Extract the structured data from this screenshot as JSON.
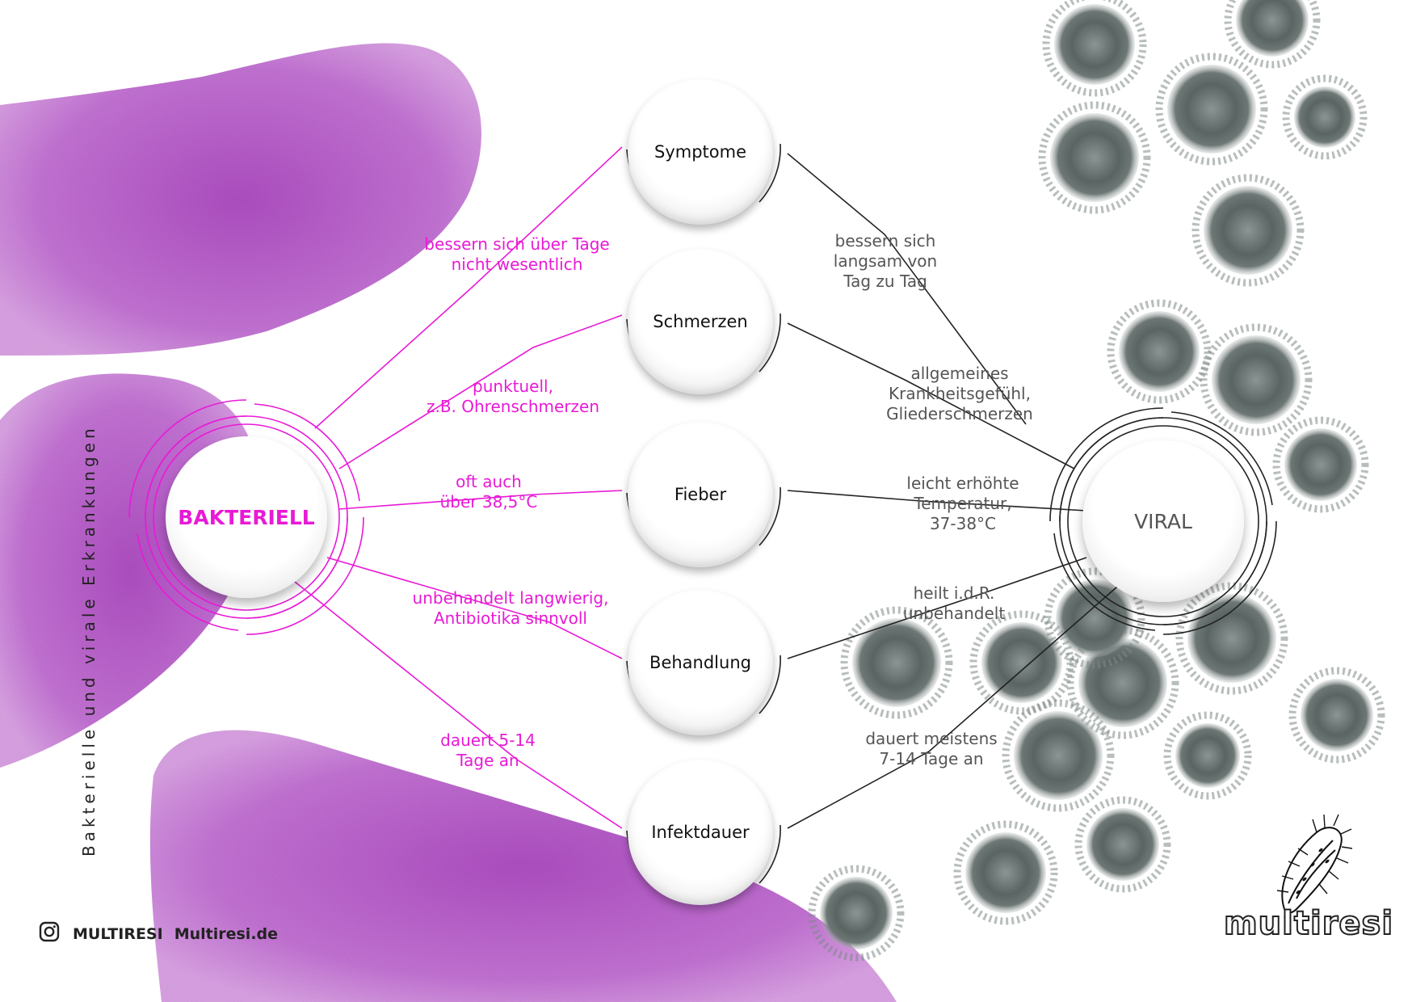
{
  "side_title": "Bakterielle und virale Erkrankungen",
  "left_hub": "BAKTERIELL",
  "right_hub": "VIRAL",
  "categories": [
    "Symptome",
    "Schmerzen",
    "Fieber",
    "Behandlung",
    "Infektdauer"
  ],
  "bacterial_labels": [
    [
      "bessern sich über Tage",
      "nicht wesentlich"
    ],
    [
      "punktuell,",
      "z.B. Ohrenschmerzen"
    ],
    [
      "oft auch",
      "über 38,5°C"
    ],
    [
      "unbehandelt langwierig,",
      "Antibiotika sinnvoll"
    ],
    [
      "dauert 5-14",
      "Tage an"
    ]
  ],
  "viral_labels": [
    [
      "bessern sich",
      "langsam von",
      "Tag zu Tag"
    ],
    [
      "allgemeines",
      "Krankheitsgefühl,",
      "Gliederschmerzen"
    ],
    [
      "leicht erhöhte",
      "Temperatur,",
      "37-38°C"
    ],
    [
      "heilt i.d.R.",
      "unbehandelt"
    ],
    [
      "dauert meistens",
      "7-14 Tage an"
    ]
  ],
  "footer": {
    "handle": "MULTIRESI",
    "site": "Multiresi.de"
  },
  "brand": "multiresi",
  "colors": {
    "bacterial": "#e81ad6",
    "viral": "#555555",
    "bacteria_fill": "#c26ad4",
    "virus_fill": "#5f6b6a"
  },
  "icons": [
    "instagram-icon",
    "bacterium-logo-icon"
  ]
}
